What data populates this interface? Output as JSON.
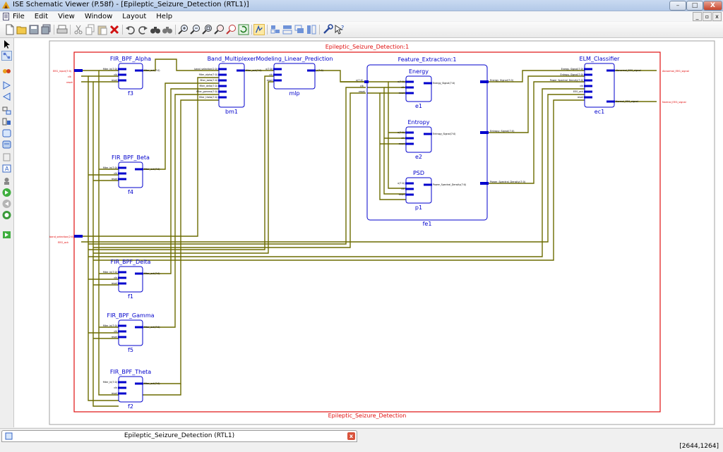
{
  "window": {
    "title": "ISE Schematic Viewer (P.58f) - [Epileptic_Seizure_Detection (RTL1)]",
    "minimize_label": "–",
    "maximize_label": "□",
    "close_label": "X"
  },
  "menubar": {
    "items": [
      "File",
      "Edit",
      "View",
      "Window",
      "Layout",
      "Help"
    ],
    "mdi_minimize": "_",
    "mdi_restore": "▫",
    "mdi_close": "x"
  },
  "schematic": {
    "frame_title": "Epileptic_Seizure_Detection:1",
    "frame_bottom_label": "Epileptic_Seizure_Detection",
    "top_inputs": [
      "EEG_input(7:0)",
      "clk",
      "reset"
    ],
    "mid_inputs": [
      "band_selection(2:0)",
      "EEG_ack"
    ],
    "outputs": [
      "Abnormal_EEG_signal",
      "Normal_EEG_signal"
    ],
    "blocks": [
      {
        "title": "FIR_BPF_Alpha",
        "inst": "f3",
        "ports_in": [
          "filter_in(7:0)",
          "clk",
          "reset"
        ],
        "port_out": "filter_out(7:0)"
      },
      {
        "title": "FIR_BPF_Beta",
        "inst": "f4",
        "ports_in": [
          "filter_in(7:0)",
          "clk",
          "reset"
        ],
        "port_out": "filter_out(7:0)"
      },
      {
        "title": "FIR_BPF_Delta",
        "inst": "f1",
        "ports_in": [
          "filter_in(7:0)",
          "clk",
          "reset"
        ],
        "port_out": "filter_out(7:0)"
      },
      {
        "title": "FIR_BPF_Gamma",
        "inst": "f5",
        "ports_in": [
          "filter_in(7:0)",
          "clk",
          "reset"
        ],
        "port_out": "filter_out(7:0)"
      },
      {
        "title": "FIR_BPF_Theta",
        "inst": "f2",
        "ports_in": [
          "filter_in(7:0)",
          "clk",
          "reset"
        ],
        "port_out": "filter_out(7:0)"
      },
      {
        "title": "Band_Multiplexer",
        "inst": "bm1",
        "ports_in": [
          "band_selection(2:0)",
          "filter_alpha(7:0)",
          "filter_beta(7:0)",
          "filter_delta(7:0)",
          "filter_gamma(7:0)",
          "filter_theta(7:0)"
        ],
        "port_out": "filter_out(7:0)"
      },
      {
        "title": "Modeling_Linear_Prediction",
        "inst": "mlp",
        "ports_in": [
          "x(7:0)",
          "clk",
          "reset"
        ],
        "port_out": "y(7:0)"
      },
      {
        "title": "Energy",
        "inst": "e1",
        "ports_in": [
          "x(7:0)",
          "clk",
          "reset"
        ],
        "port_out": "Energy_Signal(7:0)"
      },
      {
        "title": "Entropy",
        "inst": "e2",
        "ports_in": [
          "x(7:0)",
          "clk",
          "reset"
        ],
        "port_out": "Entropy_Signal(7:0)"
      },
      {
        "title": "PSD",
        "inst": "p1",
        "ports_in": [
          "x(7:0)",
          "clk",
          "reset"
        ],
        "port_out": "Power_Spectral_Density(7:0)"
      },
      {
        "title": "ELM_Classifier",
        "inst": "ec1",
        "ports_in": [
          "Energy_Signal(7:0)",
          "Entropy_Signal(7:0)",
          "Power_Spectral_Density(7:0)",
          "clk",
          "EEG_ack",
          "reset"
        ],
        "ports_out": [
          "Abnormal_EEG_signal",
          "Normal_EEG_signal"
        ]
      }
    ],
    "feature_extraction": {
      "title": "Feature_Extraction:1",
      "inst": "fe1",
      "ports_in": [
        "x(7:0)",
        "clk",
        "reset"
      ],
      "ports_out": [
        "Energy_Signal(7:0)",
        "Entropy_Signal(7:0)",
        "Power_Spectral_Density(7:0)"
      ]
    }
  },
  "status": {
    "tab_label": "Epileptic_Seizure_Detection (RTL1)",
    "coordinates": "[2644,1264]"
  },
  "colors": {
    "frame": "#e01010",
    "block": "#0000cc",
    "net": "#6b6b00",
    "io_text": "#e00000"
  }
}
